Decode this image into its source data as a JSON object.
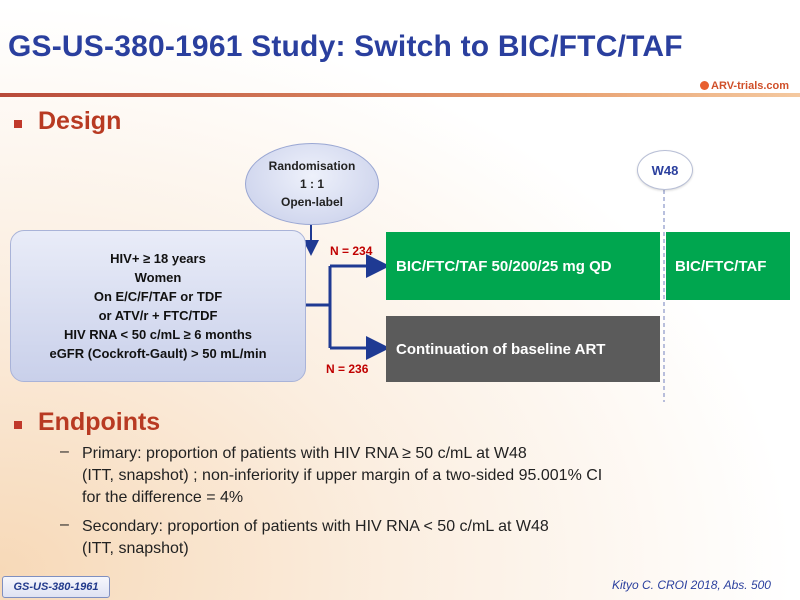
{
  "title": "GS-US-380-1961 Study: Switch to BIC/FTC/TAF",
  "logo_text": "ARV-trials.com",
  "sections": {
    "design": "Design",
    "endpoints": "Endpoints"
  },
  "randomisation": {
    "line1": "Randomisation",
    "line2": "1 : 1",
    "line3": "Open-label"
  },
  "eligibility": [
    "HIV+ ≥ 18 years",
    "Women",
    "On  E/C/F/TAF  or TDF",
    "or ATV/r + FTC/TDF",
    "HIV RNA < 50 c/mL ≥ 6 months",
    "eGFR (Cockroft-Gault)  > 50 mL/min"
  ],
  "arms": {
    "arm1_label": "BIC/FTC/TAF 50/200/25 mg QD",
    "arm1_n": "N = 234",
    "arm1_ext": "BIC/FTC/TAF",
    "arm2_label": "Continuation of baseline ART",
    "arm2_n": "N = 236",
    "timepoint": "W48"
  },
  "endpoints": {
    "primary": [
      "Primary: proportion of patients with HIV RNA ≥ 50 c/mL at W48",
      "(ITT, snapshot) ; non-inferiority if upper margin of a two-sided 95.001% CI",
      "for the difference = 4%"
    ],
    "secondary": [
      "Secondary: proportion of patients with HIV RNA < 50 c/mL at W48",
      "(ITT, snapshot)"
    ],
    "dash": "–"
  },
  "footer": {
    "tag": "GS-US-380-1961",
    "citation": "Kityo C. CROI 2018, Abs. 500"
  }
}
